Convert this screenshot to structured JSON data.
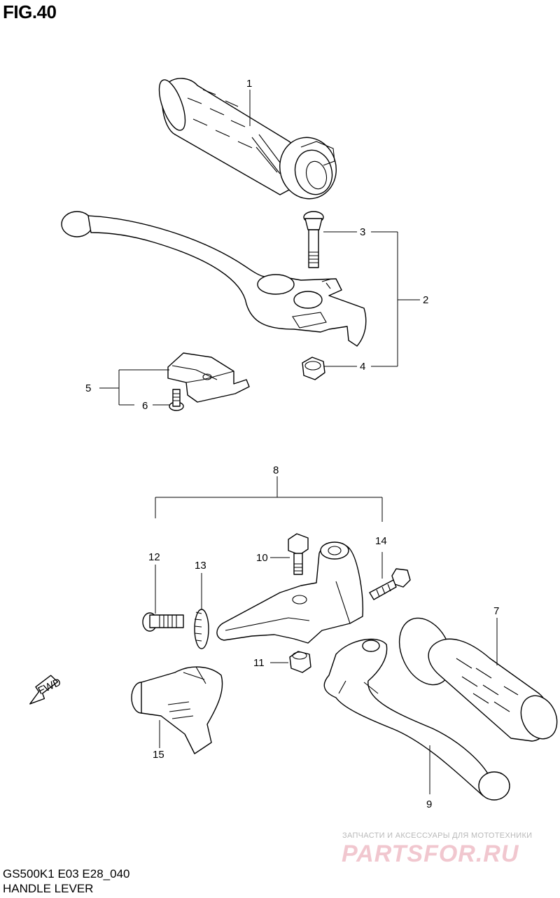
{
  "figure_title": "FIG.40",
  "callouts": {
    "c1": "1",
    "c2": "2",
    "c3": "3",
    "c4": "4",
    "c5": "5",
    "c6": "6",
    "c7": "7",
    "c8": "8",
    "c9": "9",
    "c10": "10",
    "c11": "11",
    "c12": "12",
    "c13": "13",
    "c14": "14",
    "c15": "15"
  },
  "fwd_label": "FWD",
  "watermark": {
    "tagline": "ЗАПЧАСТИ И АКСЕССУАРЫ ДЛЯ МОТОТЕХНИКИ",
    "logo": "PARTSFOR.RU"
  },
  "footer": {
    "model_code": "GS500K1 E03 E28_040",
    "section_name": "HANDLE LEVER"
  },
  "colors": {
    "line": "#000000",
    "watermark_logo": "#f1c7cf",
    "watermark_text": "#b9b9b9"
  }
}
